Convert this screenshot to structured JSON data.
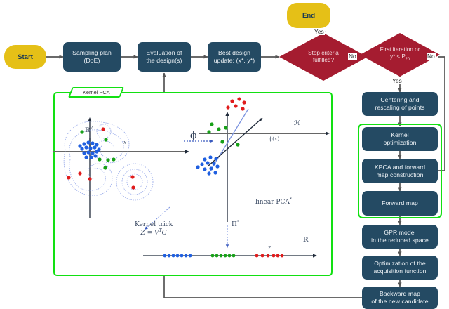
{
  "title": "KPCA-BO flowchart",
  "flow": {
    "start": {
      "label": "Start"
    },
    "end": {
      "label": "End"
    },
    "sampling_plan": {
      "label": "Sampling plan\n(DoE)",
      "line1": "Sampling plan",
      "line2": "(DoE)"
    },
    "evaluation": {
      "line1": "Evaluation of",
      "line2": "the design(s)"
    },
    "best_design": {
      "line1": "Best design",
      "line2": "update: (x*, y*)"
    },
    "stop_criteria": {
      "line1": "Stop criteria",
      "line2": "fulfilled?"
    },
    "first_iteration": {
      "line1": "First iteration or",
      "line2": "y* ≤ P",
      "sub": "20"
    },
    "centering": {
      "line1": "Centering and",
      "line2": "rescaling of points"
    },
    "kernel_optimization": {
      "line1": "Kernel",
      "line2": "optimization"
    },
    "kpca_forward": {
      "line1": "KPCA and forward",
      "line2": "map construction"
    },
    "forward_map": {
      "line1": "Forward map"
    },
    "gpr_model": {
      "line1": "GPR model",
      "line2": "in the reduced space"
    },
    "acquisition": {
      "line1": "Optimization of the",
      "line2": "acquisition function"
    },
    "backward_map": {
      "line1": "Backward map",
      "line2": "of the new candidate"
    }
  },
  "edge_labels": {
    "yes_end": "Yes",
    "no_stop": "No",
    "no_first": "No",
    "yes_first": "Yes"
  },
  "kernel_pca_panel": {
    "tag": "Kernel PCA",
    "input_space": "ℝ",
    "input_space_sup": "2",
    "feature_space": "ℋ",
    "reduced_space": "ℝ",
    "map_symbol": "ϕ",
    "mapped_point": "ϕ(x)",
    "point_x": "x",
    "point_z": "z",
    "linear_pca": "linear PCA",
    "linear_pca_sup": "*",
    "projection": "Π",
    "projection_sup": "*",
    "kernel_trick_line1": "Kernel trick",
    "kernel_trick_line2": "Z = V",
    "kernel_trick_sup": "T",
    "kernel_trick_line3": "G"
  },
  "colors": {
    "node": "#244a63",
    "terminal": "#e5c017",
    "decision": "#a51c30",
    "highlight": "#12e012",
    "arrow": "#555555",
    "cluster_blue": "#1f5fe0",
    "cluster_green": "#17a017",
    "cluster_red": "#e01b1b"
  }
}
